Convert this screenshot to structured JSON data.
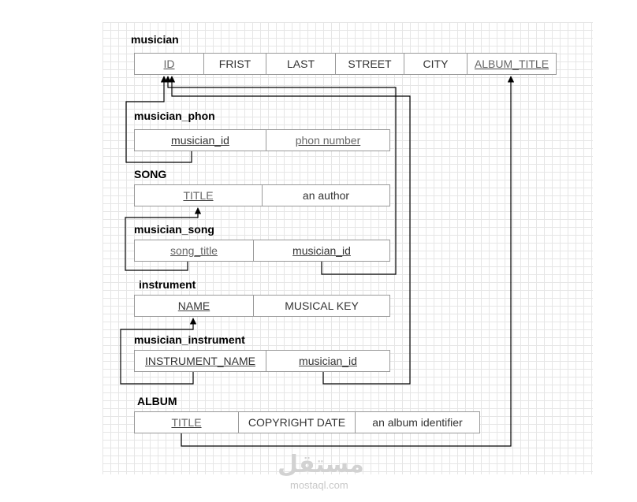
{
  "tables": {
    "musician": {
      "title": "musician",
      "columns": [
        "ID",
        "FRIST",
        "LAST",
        "STREET",
        "CITY",
        "ALBUM_TITLE"
      ],
      "keys": [
        0,
        5
      ]
    },
    "musician_phon": {
      "title": "musician_phon",
      "columns": [
        "musician_id",
        "phon number"
      ],
      "keys": [
        0,
        1
      ]
    },
    "song": {
      "title": "SONG",
      "columns": [
        "TITLE",
        "an author"
      ],
      "keys": [
        0
      ]
    },
    "musician_song": {
      "title": "musician_song",
      "columns": [
        "song_title",
        "musician_id"
      ],
      "keys": [
        0,
        1
      ]
    },
    "instrument": {
      "title": "instrument",
      "columns": [
        "NAME",
        "MUSICAL KEY"
      ],
      "keys": [
        0
      ]
    },
    "musician_instrument": {
      "title": "musician_instrument",
      "columns": [
        "INSTRUMENT_NAME",
        "musician_id"
      ],
      "keys": [
        0,
        1
      ]
    },
    "album": {
      "title": "ALBUM",
      "columns": [
        "TITLE",
        "COPYRIGHT DATE",
        "an album identifier"
      ],
      "keys": [
        0
      ]
    }
  },
  "relationships": [
    {
      "from": "musician_phon.musician_id",
      "to": "musician.ID"
    },
    {
      "from": "musician_song.song_title",
      "to": "song.TITLE"
    },
    {
      "from": "musician_song.musician_id",
      "to": "musician.ID"
    },
    {
      "from": "musician_instrument.INSTRUMENT_NAME",
      "to": "instrument.NAME"
    },
    {
      "from": "musician_instrument.musician_id",
      "to": "musician.ID"
    },
    {
      "from": "album.TITLE",
      "to": "musician.ALBUM_TITLE"
    }
  ],
  "watermark": {
    "brand": "مستقل",
    "site": "mostaql.com"
  },
  "colors": {
    "line": "#000000",
    "border": "#999999",
    "grid": "#e6e6e6"
  }
}
